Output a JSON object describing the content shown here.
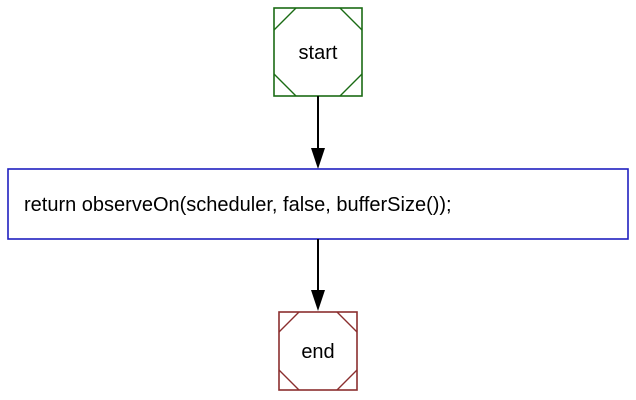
{
  "nodes": {
    "start": {
      "label": "start",
      "color": "#1a6b14"
    },
    "statement": {
      "label": "return observeOn(scheduler, false, bufferSize());",
      "color": "#1f1fbf"
    },
    "end": {
      "label": "end",
      "color": "#8b2e2e"
    }
  },
  "edges": [
    {
      "from": "start",
      "to": "statement"
    },
    {
      "from": "statement",
      "to": "end"
    }
  ],
  "edge_color": "#000000"
}
